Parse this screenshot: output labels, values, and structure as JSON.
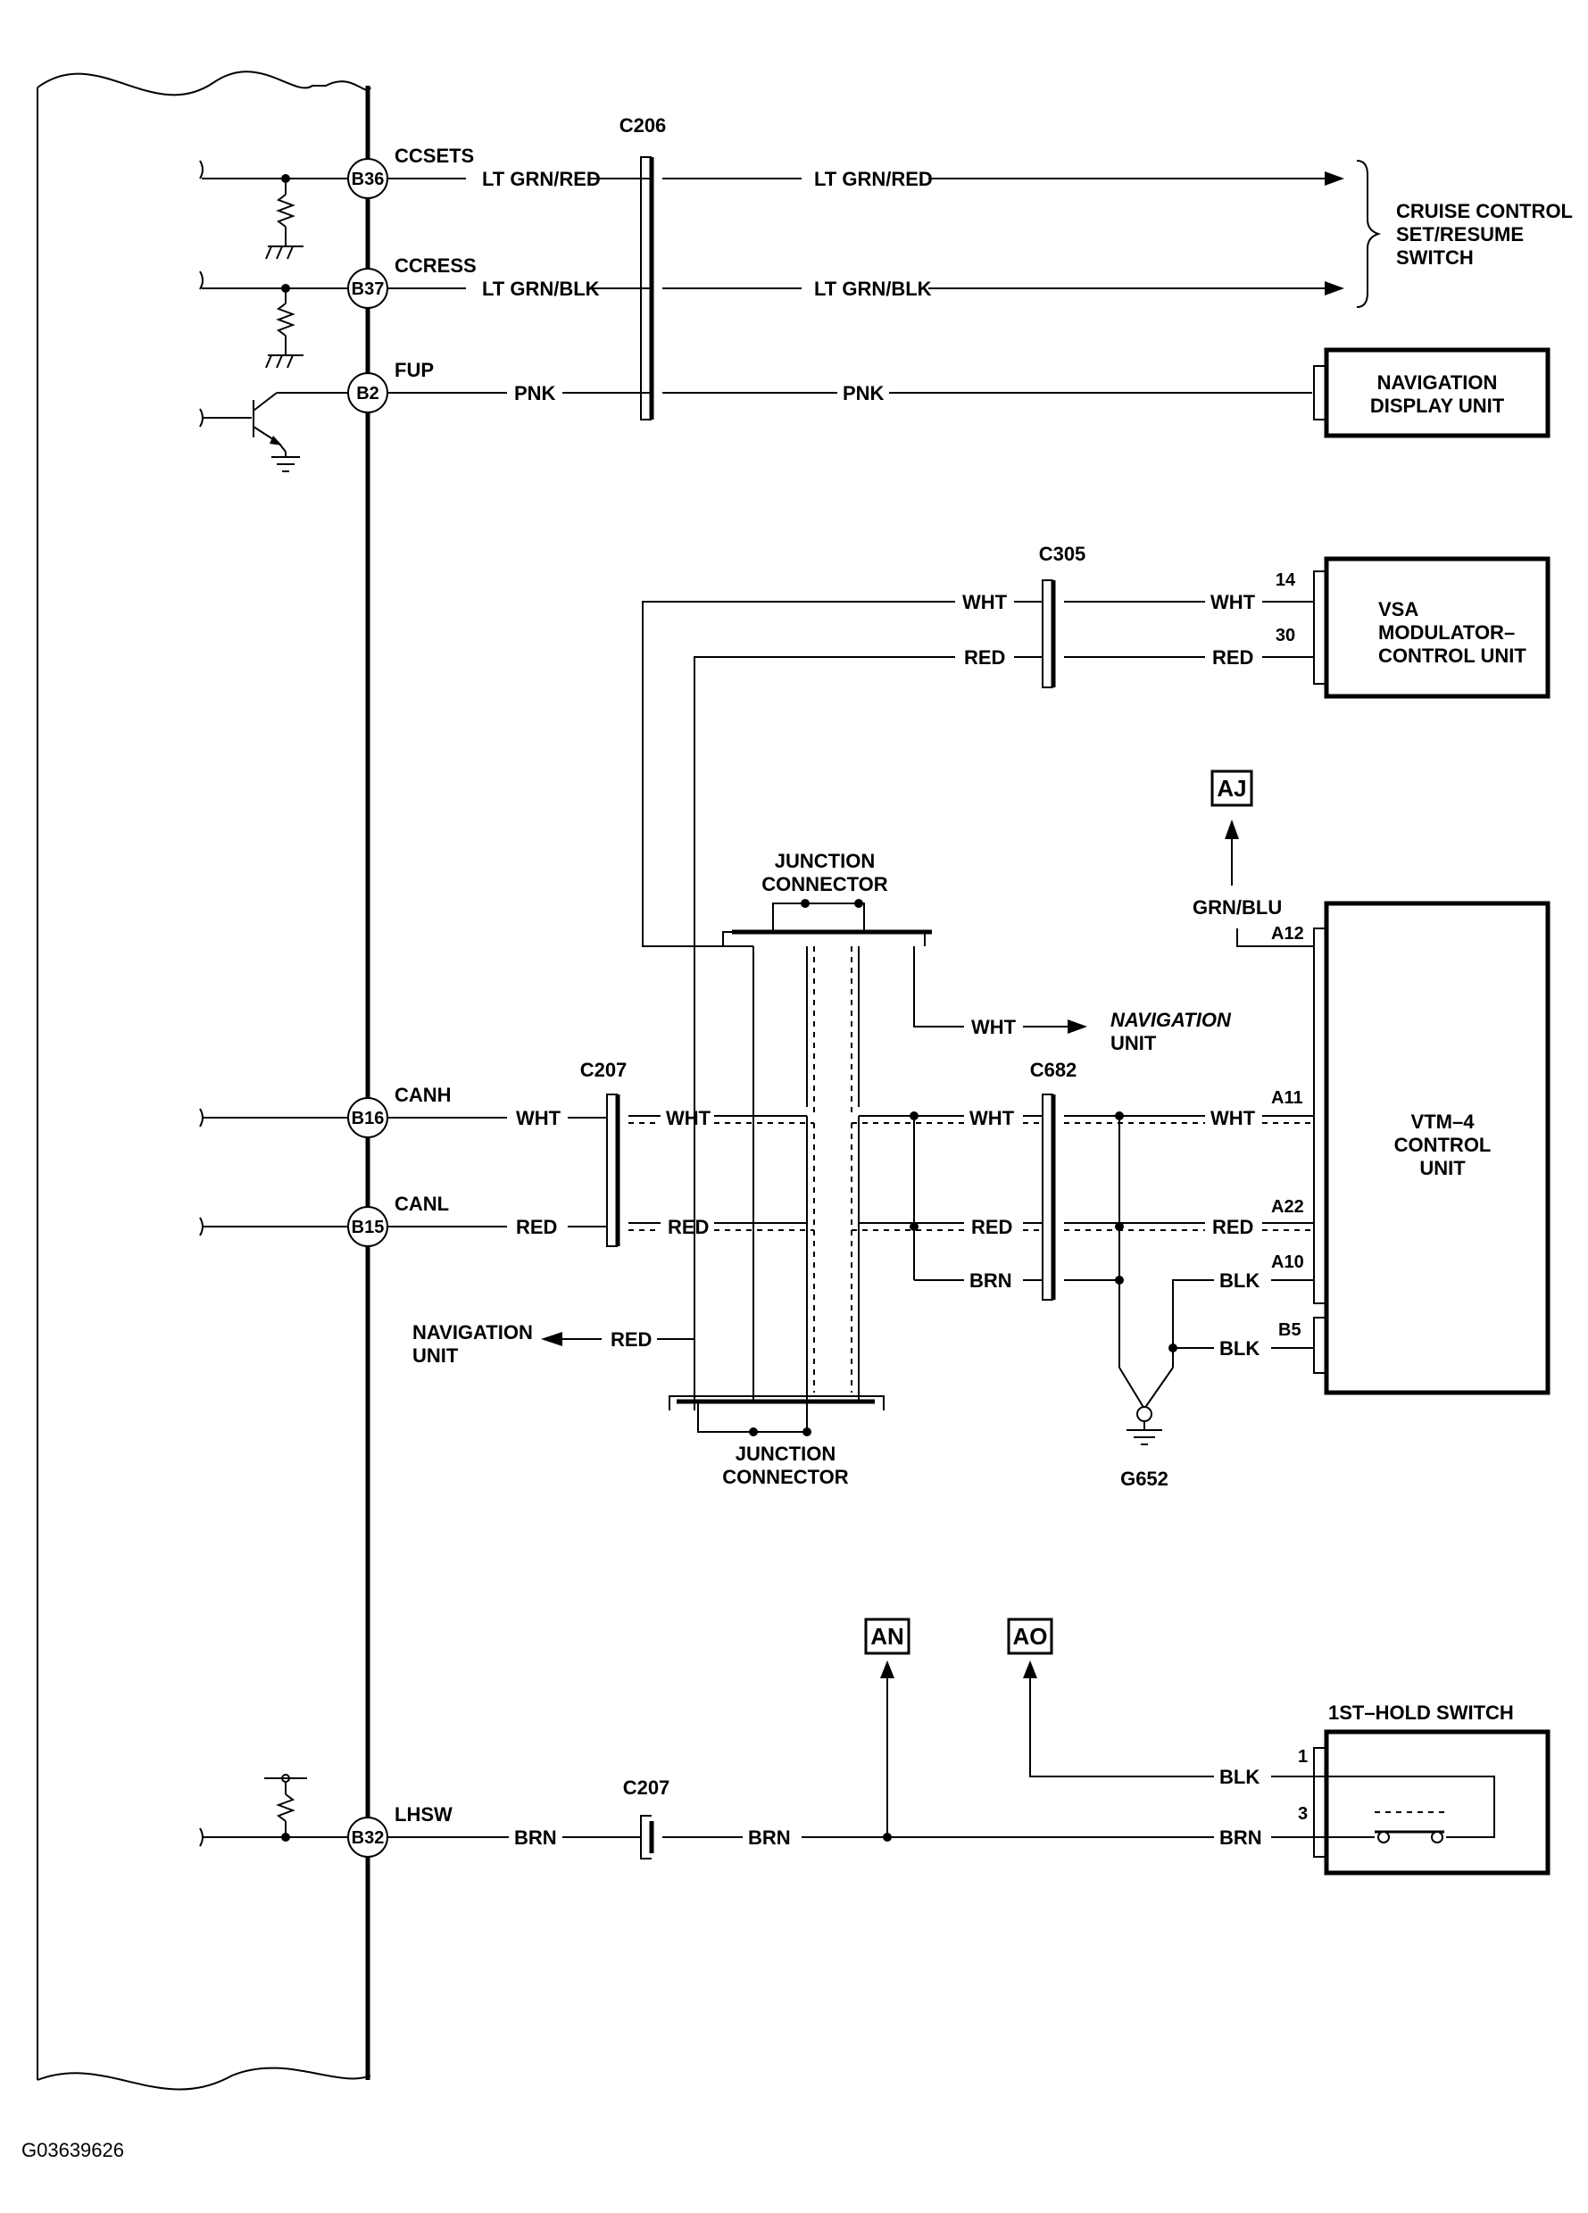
{
  "pins": {
    "b36": {
      "id": "B36",
      "signal": "CCSETS",
      "wire_left": "LT GRN/RED",
      "wire_right": "LT GRN/RED"
    },
    "b37": {
      "id": "B37",
      "signal": "CCRESS",
      "wire_left": "LT GRN/BLK",
      "wire_right": "LT GRN/BLK"
    },
    "b2": {
      "id": "B2",
      "signal": "FUP",
      "wire_left": "PNK",
      "wire_right": "PNK"
    },
    "b16": {
      "id": "B16",
      "signal": "CANH",
      "wire": "WHT"
    },
    "b15": {
      "id": "B15",
      "signal": "CANL",
      "wire": "RED"
    },
    "b32": {
      "id": "B32",
      "signal": "LHSW",
      "wire": "BRN"
    }
  },
  "connectors": {
    "c206": "C206",
    "c305": "C305",
    "c207_top": "C207",
    "c682": "C682",
    "c207_bottom": "C207"
  },
  "components": {
    "cruise_switch": [
      "CRUISE CONTROL",
      "SET/RESUME",
      "SWITCH"
    ],
    "nav_display": [
      "NAVIGATION",
      "DISPLAY UNIT"
    ],
    "vsa": [
      "VSA",
      "MODULATOR–",
      "CONTROL UNIT"
    ],
    "vtm4": [
      "VTM–4",
      "CONTROL",
      "UNIT"
    ],
    "junction_top": [
      "JUNCTION",
      "CONNECTOR"
    ],
    "junction_bottom": [
      "JUNCTION",
      "CONNECTOR"
    ],
    "nav_unit_right": [
      "NAVIGATION",
      "UNIT"
    ],
    "nav_unit_left": [
      "NAVIGATION",
      "UNIT"
    ],
    "hold_switch": "1ST–HOLD SWITCH",
    "ground": "G652"
  },
  "vsa_wires": {
    "wht": "WHT",
    "red": "RED",
    "pin_wht": "14",
    "pin_red": "30"
  },
  "vtm_wires": {
    "grnblu": "GRN/BLU",
    "a12": "A12",
    "a11": "A11",
    "a22": "A22",
    "a10": "A10",
    "b5": "B5",
    "wht": "WHT",
    "red": "RED",
    "blk": "BLK",
    "blk2": "BLK",
    "brn": "BRN"
  },
  "can_wires": {
    "c207_wht": "WHT",
    "c207_red": "RED",
    "mid_wht": "WHT",
    "mid_red": "RED",
    "nav_wht": "WHT",
    "nav_red": "RED"
  },
  "hold_wires": {
    "c207_brn": "BRN",
    "blk": "BLK",
    "brn": "BRN",
    "pin1": "1",
    "pin3": "3"
  },
  "refs": {
    "aj": "AJ",
    "an": "AN",
    "ao": "AO"
  },
  "figure_id": "G03639626"
}
